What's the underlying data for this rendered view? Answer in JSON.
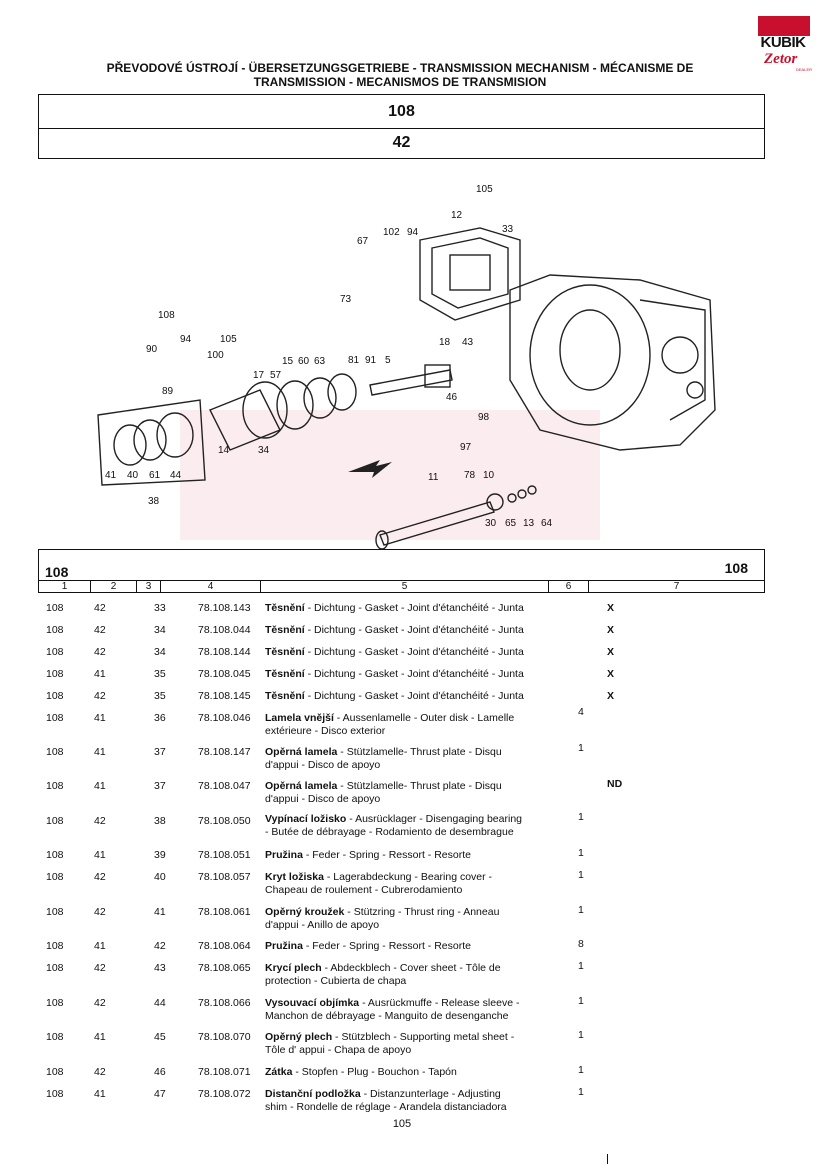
{
  "logo": {
    "brand": "KUBIK",
    "sub": "Zetor",
    "tag": "DEALER"
  },
  "header": {
    "title_line1": "PŘEVODOVÉ ÚSTROJÍ - ÜBERSETZUNGSGETRIEBE - TRANSMISSION MECHANISM - MÉCANISME DE",
    "title_line2": "TRANSMISSION - MECANISMOS DE TRANSMISION",
    "group": "108",
    "subgroup": "42"
  },
  "diagram": {
    "callouts": [
      "105",
      "12",
      "33",
      "102",
      "94",
      "67",
      "73",
      "108",
      "94",
      "105",
      "90",
      "100",
      "89",
      "81",
      "91",
      "5",
      "18",
      "43",
      "15",
      "60",
      "63",
      "17",
      "57",
      "46",
      "98",
      "97",
      "41",
      "40",
      "61",
      "44",
      "14",
      "34",
      "38",
      "11",
      "78",
      "10",
      "30",
      "65",
      "13",
      "64"
    ]
  },
  "table": {
    "group_left": "108",
    "group_right": "108",
    "columns": [
      "1",
      "2",
      "3",
      "4",
      "5",
      "6",
      "7"
    ],
    "rows": [
      {
        "c1": "108",
        "c2": "42",
        "c3": "33",
        "c4": "78.108.143",
        "name": "Těsnění",
        "desc": " - Dichtung - Gasket - Joint d'étanchéité - Junta",
        "desc2": "",
        "qty": "",
        "note": "X"
      },
      {
        "c1": "108",
        "c2": "42",
        "c3": "34",
        "c4": "78.108.044",
        "name": "Těsnění",
        "desc": " - Dichtung - Gasket - Joint d'étanchéité - Junta",
        "desc2": "",
        "qty": "",
        "note": "X"
      },
      {
        "c1": "108",
        "c2": "42",
        "c3": "34",
        "c4": "78.108.144",
        "name": "Těsnění",
        "desc": " - Dichtung - Gasket - Joint d'étanchéité - Junta",
        "desc2": "",
        "qty": "",
        "note": "X"
      },
      {
        "c1": "108",
        "c2": "41",
        "c3": "35",
        "c4": "78.108.045",
        "name": "Těsnění",
        "desc": " - Dichtung - Gasket - Joint d'étanchéité - Junta",
        "desc2": "",
        "qty": "",
        "note": "X"
      },
      {
        "c1": "108",
        "c2": "42",
        "c3": "35",
        "c4": "78.108.145",
        "name": "Těsnění",
        "desc": " - Dichtung - Gasket - Joint d'étanchéité - Junta",
        "desc2": "",
        "qty": "",
        "note": "X"
      },
      {
        "c1": "108",
        "c2": "41",
        "c3": "36",
        "c4": "78.108.046",
        "name": "Lamela vnější",
        "desc": " - Aussenlamelle - Outer disk - Lamelle",
        "desc2": "extérieure - Disco exterior",
        "qty": "4",
        "note": ""
      },
      {
        "c1": "108",
        "c2": "41",
        "c3": "37",
        "c4": "78.108.147",
        "name": "Opěrná lamela",
        "desc": " - Stützlamelle- Thrust plate - Disqu",
        "desc2": "d'appui - Disco de apoyo",
        "qty": "1",
        "note": ""
      },
      {
        "c1": "108",
        "c2": "41",
        "c3": "37",
        "c4": "78.108.047",
        "name": "Opěrná lamela",
        "desc": " - Stützlamelle- Thrust plate - Disqu",
        "desc2": "d'appui - Disco de apoyo",
        "qty": "",
        "note": "ND"
      },
      {
        "c1": "108",
        "c2": "42",
        "c3": "38",
        "c4": "78.108.050",
        "name": "Vypínací ložisko",
        "desc": " - Ausrücklager - Disengaging bearing",
        "desc2": "- Butée de débrayage - Rodamiento de desembrague",
        "qty": "1",
        "note": ""
      },
      {
        "c1": "108",
        "c2": "41",
        "c3": "39",
        "c4": "78.108.051",
        "name": "Pružina",
        "desc": " - Feder - Spring - Ressort - Resorte",
        "desc2": "",
        "qty": "1",
        "note": ""
      },
      {
        "c1": "108",
        "c2": "42",
        "c3": "40",
        "c4": "78.108.057",
        "name": "Kryt ložiska",
        "desc": " - Lagerabdeckung - Bearing cover -",
        "desc2": "Chapeau de roulement - Cubrerodamiento",
        "qty": "1",
        "note": ""
      },
      {
        "c1": "108",
        "c2": "42",
        "c3": "41",
        "c4": "78.108.061",
        "name": "Opěrný kroužek",
        "desc": " - Stützring - Thrust ring - Anneau",
        "desc2": "d'appui - Anillo de apoyo",
        "qty": "1",
        "note": ""
      },
      {
        "c1": "108",
        "c2": "41",
        "c3": "42",
        "c4": "78.108.064",
        "name": "Pružina",
        "desc": " - Feder - Spring - Ressort - Resorte",
        "desc2": "",
        "qty": "8",
        "note": ""
      },
      {
        "c1": "108",
        "c2": "42",
        "c3": "43",
        "c4": "78.108.065",
        "name": "Krycí plech",
        "desc": " - Abdeckblech - Cover sheet - Tôle de",
        "desc2": "protection - Cubierta de chapa",
        "qty": "1",
        "note": ""
      },
      {
        "c1": "108",
        "c2": "42",
        "c3": "44",
        "c4": "78.108.066",
        "name": "Vysouvací objímka",
        "desc": " - Ausrückmuffe - Release sleeve -",
        "desc2": "Manchon de débrayage - Manguito de desenganche",
        "qty": "1",
        "note": ""
      },
      {
        "c1": "108",
        "c2": "41",
        "c3": "45",
        "c4": "78.108.070",
        "name": "Opěrný plech",
        "desc": " - Stützblech - Supporting metal sheet -",
        "desc2": "Tôle d' appui - Chapa de apoyo",
        "qty": "1",
        "note": ""
      },
      {
        "c1": "108",
        "c2": "42",
        "c3": "46",
        "c4": "78.108.071",
        "name": "Zátka",
        "desc": " - Stopfen - Plug - Bouchon - Tapón",
        "desc2": "",
        "qty": "1",
        "note": ""
      },
      {
        "c1": "108",
        "c2": "41",
        "c3": "47",
        "c4": "78.108.072",
        "name": "Distanční podložka",
        "desc": " - Distanzunterlage - Adjusting",
        "desc2": "shim - Rondelle de réglage - Arandela distanciadora",
        "qty": "1",
        "note": ""
      }
    ]
  },
  "footer": {
    "page": "105"
  }
}
